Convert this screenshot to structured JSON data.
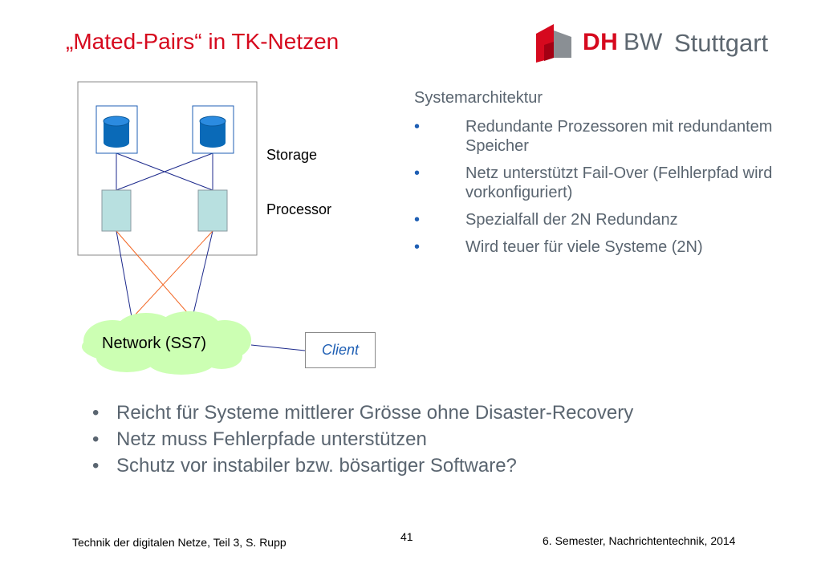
{
  "slide": {
    "title": "„Mated-Pairs“ in TK-Netzen"
  },
  "logo": {
    "dh": "DH",
    "bw": "BW",
    "city": "Stuttgart"
  },
  "diagram": {
    "storage_label": "Storage",
    "processor_label": "Processor",
    "network_label": "Network (SS7)",
    "client_label": "Client"
  },
  "architecture": {
    "heading": "Systemarchitektur",
    "bullet_symbol": "•",
    "items": [
      "Redundante Prozessoren mit redundantem Speicher",
      "Netz unterstützt Fail-Over (Felhlerpfad wird vorkonfiguriert)",
      "Spezialfall der 2N Redundanz",
      "Wird teuer für viele Systeme (2N)"
    ]
  },
  "points": {
    "bullet_symbol": "•",
    "items": [
      "Reicht für Systeme mittlerer Grösse ohne Disaster-Recovery",
      "Netz muss Fehlerpfade unterstützen",
      "Schutz vor instabiler bzw. bösartiger Software?"
    ]
  },
  "footer": {
    "left": "Technik der digitalen Netze, Teil 3, S. Rupp",
    "page": "41",
    "right": "6. Semester, Nachrichtentechnik, 2014"
  },
  "colors": {
    "title_red": "#d6091e",
    "text_gray": "#5a6570",
    "bullet_blue": "#1f5fb4",
    "cloud_green": "#ccffb3",
    "processor_fill": "#b8e0e0",
    "storage_blue": "#0a6ab8",
    "cross_link_orange": "#f26522",
    "link_navy": "#1d2a8c"
  }
}
